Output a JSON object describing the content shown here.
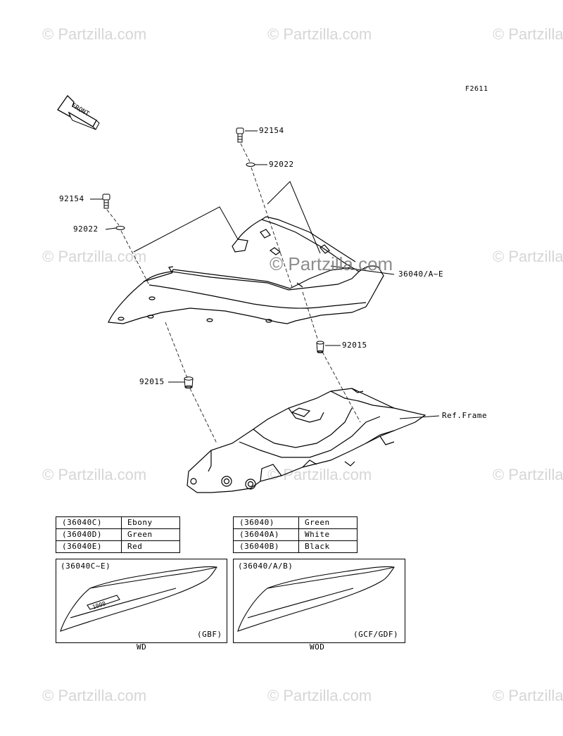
{
  "figure_code": "F2611",
  "front_label": "FRONT",
  "watermark": "© Partzilla.com",
  "center_watermark": "© Partzilla.com",
  "callouts": {
    "bolt_top": "92154",
    "washer_top": "92022",
    "bolt_left": "92154",
    "washer_left": "92022",
    "cover": "36040/A~E",
    "grommet_right": "92015",
    "grommet_left": "92015",
    "frame": "Ref.Frame"
  },
  "color_table_left": [
    {
      "code": "(36040C)",
      "color": "Ebony"
    },
    {
      "code": "(36040D)",
      "color": "Green"
    },
    {
      "code": "(36040E)",
      "color": "Red"
    }
  ],
  "color_table_right": [
    {
      "code": "(36040)",
      "color": "Green"
    },
    {
      "code": "(36040A)",
      "color": "White"
    },
    {
      "code": "(36040B)",
      "color": "Black"
    }
  ],
  "variant_left": {
    "label": "(36040C~E)",
    "code": "(GBF)",
    "caption": "WD",
    "decal": "1000"
  },
  "variant_right": {
    "label": "(36040/A/B)",
    "code": "(GCF/GDF)",
    "caption": "WOD"
  }
}
